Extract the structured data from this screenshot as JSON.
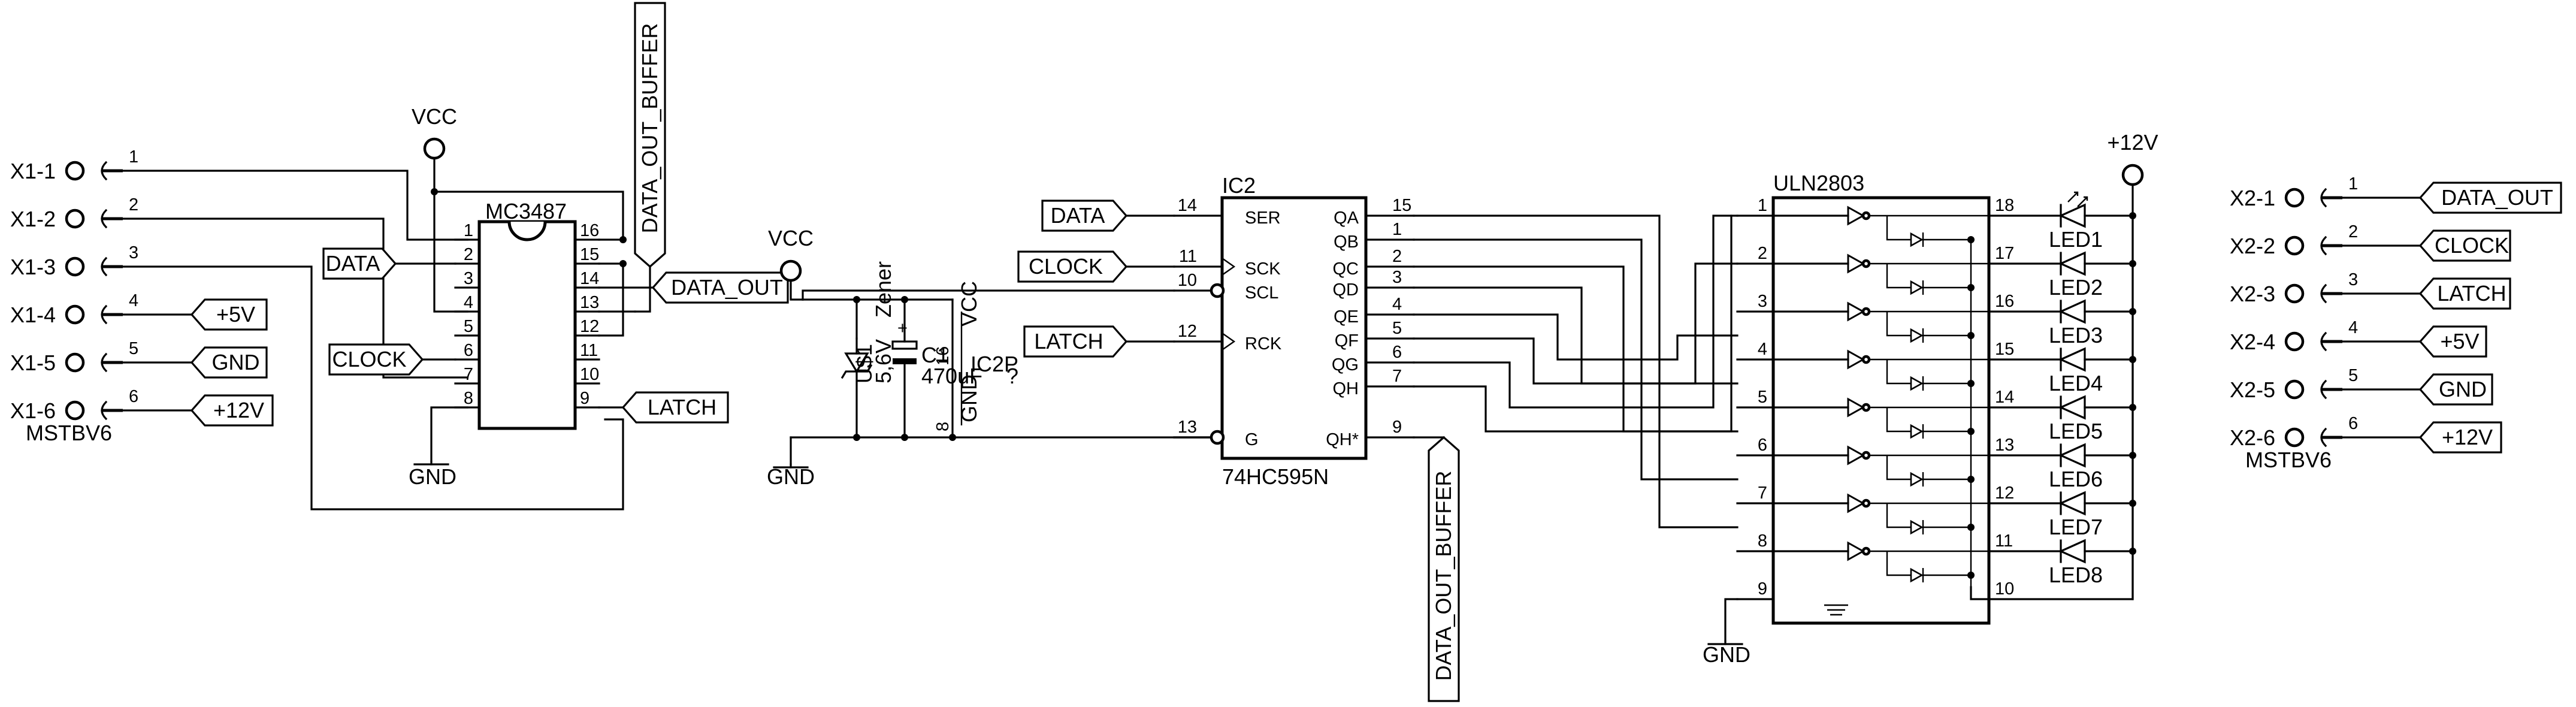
{
  "connectors": [
    {
      "name": "MSTBV6",
      "ref_prefix": "X1",
      "pins": [
        {
          "label": "X1-1",
          "num": "1"
        },
        {
          "label": "X1-2",
          "num": "2"
        },
        {
          "label": "X1-3",
          "num": "3"
        },
        {
          "label": "X1-4",
          "num": "4",
          "net": "+5V"
        },
        {
          "label": "X1-5",
          "num": "5",
          "net": "GND"
        },
        {
          "label": "X1-6",
          "num": "6",
          "net": "+12V"
        }
      ]
    },
    {
      "name": "MSTBV6",
      "ref_prefix": "X2",
      "pins": [
        {
          "label": "X2-1",
          "num": "1",
          "net": "DATA_OUT"
        },
        {
          "label": "X2-2",
          "num": "2",
          "net": "CLOCK"
        },
        {
          "label": "X2-3",
          "num": "3",
          "net": "LATCH"
        },
        {
          "label": "X2-4",
          "num": "4",
          "net": "+5V"
        },
        {
          "label": "X2-5",
          "num": "5",
          "net": "GND"
        },
        {
          "label": "X2-6",
          "num": "6",
          "net": "+12V"
        }
      ]
    }
  ],
  "mc3487": {
    "name": "MC3487",
    "left_pins": [
      "1",
      "2",
      "3",
      "4",
      "5",
      "6",
      "7",
      "8"
    ],
    "right_pins": [
      "16",
      "15",
      "14",
      "13",
      "12",
      "11",
      "10",
      "9"
    ]
  },
  "ic2": {
    "ref": "IC2",
    "part": "74HC595N",
    "left_pins": [
      {
        "num": "14",
        "name": "SER"
      },
      {
        "num": "11",
        "name": "SCK"
      },
      {
        "num": "10",
        "name": "SCL"
      },
      {
        "num": "12",
        "name": "RCK"
      },
      {
        "num": "13",
        "name": "G"
      }
    ],
    "right_pins": [
      {
        "num": "15",
        "name": "QA"
      },
      {
        "num": "1",
        "name": "QB"
      },
      {
        "num": "2",
        "name": "QC"
      },
      {
        "num": "3",
        "name": "QD"
      },
      {
        "num": "4",
        "name": "QE"
      },
      {
        "num": "5",
        "name": "QF"
      },
      {
        "num": "6",
        "name": "QG"
      },
      {
        "num": "7",
        "name": "QH"
      },
      {
        "num": "9",
        "name": "QH*"
      }
    ]
  },
  "uln2803": {
    "name": "ULN2803",
    "inputs": [
      "1",
      "2",
      "3",
      "4",
      "5",
      "6",
      "7",
      "8"
    ],
    "outputs": [
      "18",
      "17",
      "16",
      "15",
      "14",
      "13",
      "12",
      "11"
    ],
    "gnd_pin": "9",
    "com_pin": "10"
  },
  "leds": [
    "LED1",
    "LED2",
    "LED3",
    "LED4",
    "LED5",
    "LED6",
    "LED7",
    "LED8"
  ],
  "zener": {
    "ref": "U$1",
    "value": "5,6V",
    "type": "Zener"
  },
  "capacitor": {
    "ref": "C1",
    "value": "470uF"
  },
  "ic2p": {
    "ref": "IC2P",
    "value": "?",
    "vcc_pin": "16",
    "gnd_pin": "8",
    "vcc_name": "VCC",
    "gnd_name": "GND"
  },
  "nets": {
    "vcc": "VCC",
    "gnd": "GND",
    "p12": "+12V",
    "data": "DATA",
    "clock": "CLOCK",
    "latch": "LATCH",
    "data_out": "DATA_OUT",
    "data_out_buffer": "DATA_OUT_BUFFER"
  }
}
